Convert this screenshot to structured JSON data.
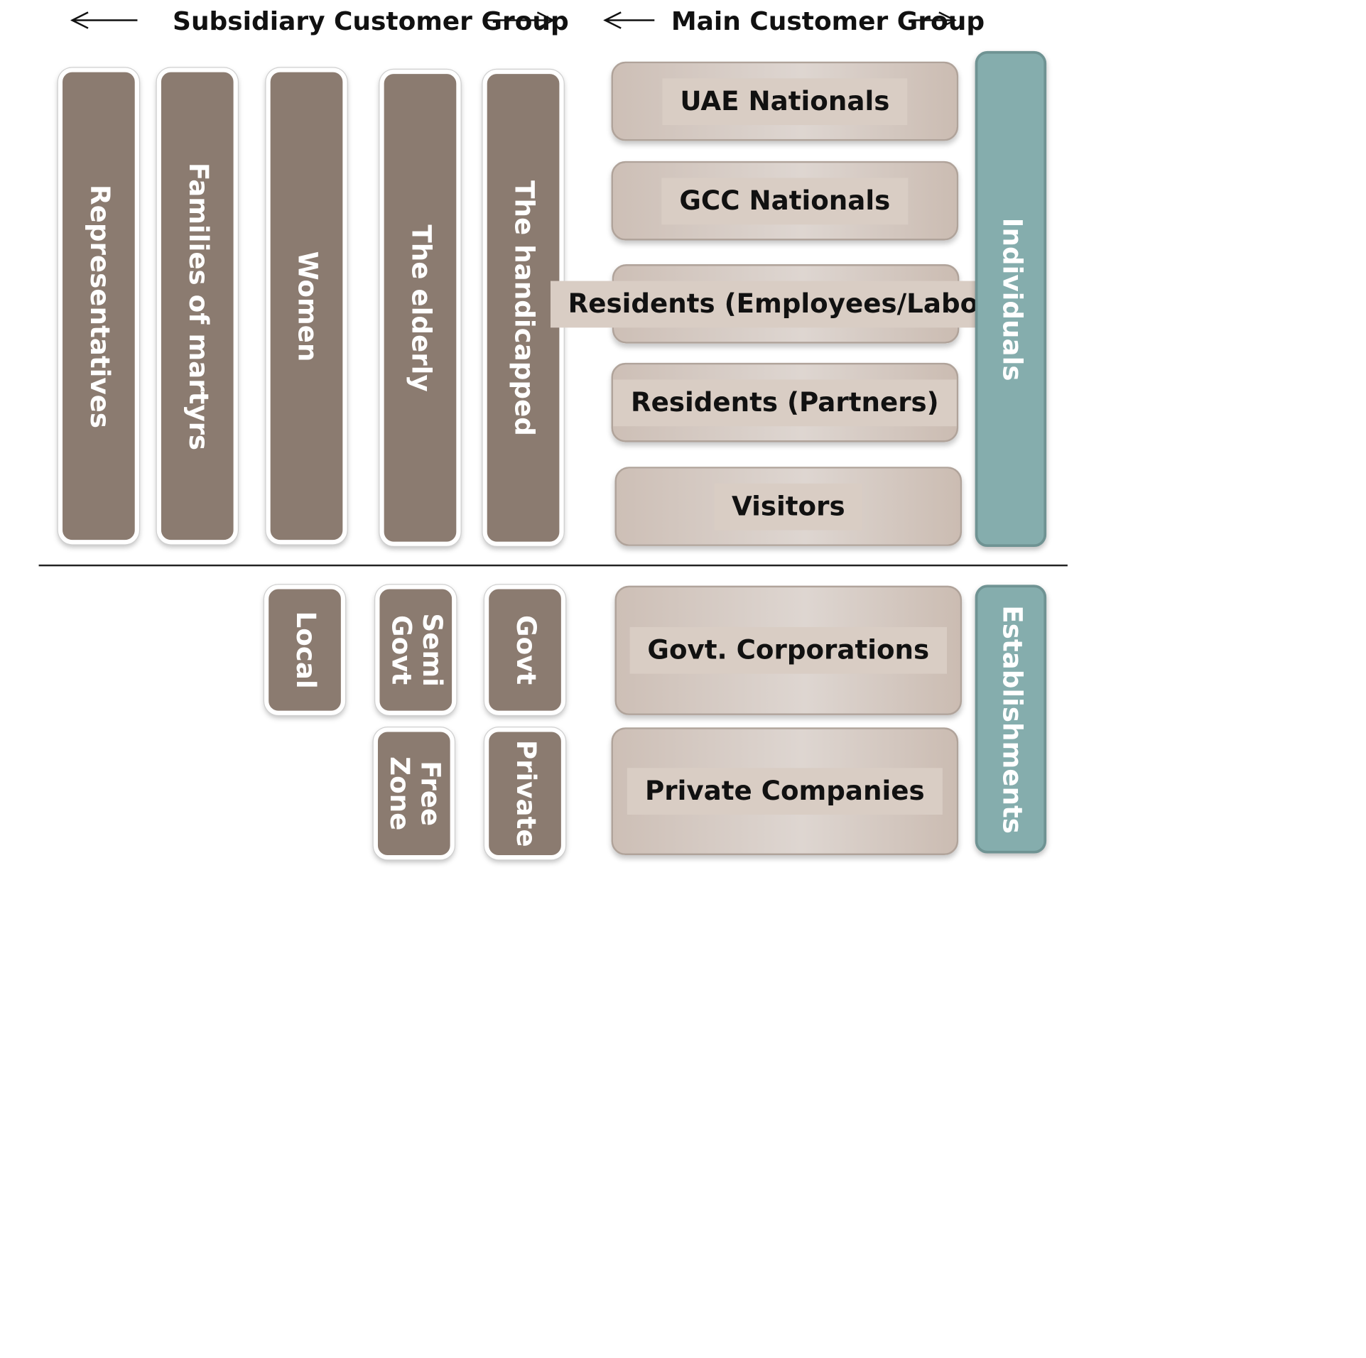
{
  "header": {
    "subsidiary_title": "Subsidiary Customer Group",
    "main_title": "Main Customer Group"
  },
  "subsidiary": {
    "individuals": [
      "Representatives",
      "Families of martyrs",
      "Women",
      "The elderly",
      "The handicapped"
    ],
    "establishments": {
      "local": "Local",
      "semi_govt": "Semi\nGovt",
      "govt": "Govt",
      "free_zone": "Free\nZone",
      "private": "Private"
    }
  },
  "main": {
    "individuals": [
      "UAE Nationals",
      "GCC Nationals",
      "Residents (Employees/Labor)",
      "Residents (Partners)",
      "Visitors"
    ],
    "establishments": [
      "Govt. Corporations",
      "Private Companies"
    ]
  },
  "categories": {
    "individuals": "Individuals",
    "establishments": "Establishments"
  },
  "colors": {
    "subsidiary_fill": "#8b7b70",
    "main_fill": "#d9cdc4",
    "category_fill": "#85adad"
  }
}
